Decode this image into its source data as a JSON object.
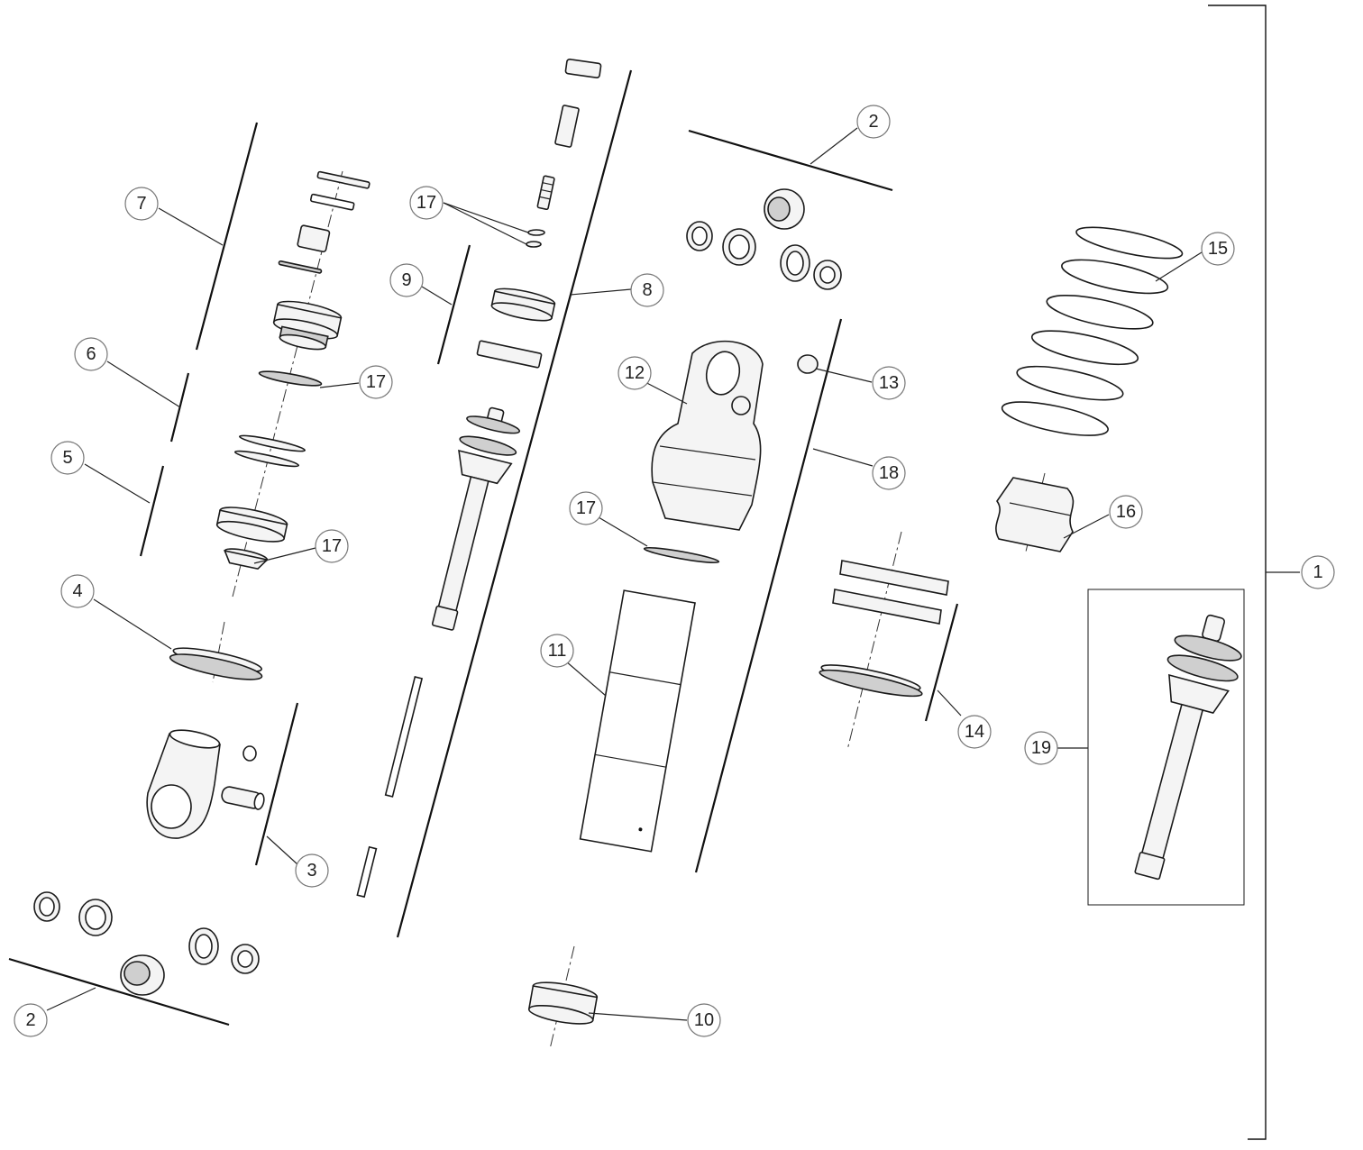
{
  "callouts": [
    {
      "id": "c1",
      "label": "1"
    },
    {
      "id": "c2a",
      "label": "2"
    },
    {
      "id": "c2b",
      "label": "2"
    },
    {
      "id": "c3",
      "label": "3"
    },
    {
      "id": "c4",
      "label": "4"
    },
    {
      "id": "c5",
      "label": "5"
    },
    {
      "id": "c6",
      "label": "6"
    },
    {
      "id": "c7",
      "label": "7"
    },
    {
      "id": "c8",
      "label": "8"
    },
    {
      "id": "c9",
      "label": "9"
    },
    {
      "id": "c10",
      "label": "10"
    },
    {
      "id": "c11",
      "label": "11"
    },
    {
      "id": "c12",
      "label": "12"
    },
    {
      "id": "c13",
      "label": "13"
    },
    {
      "id": "c14",
      "label": "14"
    },
    {
      "id": "c15",
      "label": "15"
    },
    {
      "id": "c16",
      "label": "16"
    },
    {
      "id": "c17a",
      "label": "17"
    },
    {
      "id": "c17b",
      "label": "17"
    },
    {
      "id": "c17c",
      "label": "17"
    },
    {
      "id": "c17d",
      "label": "17"
    },
    {
      "id": "c18",
      "label": "18"
    },
    {
      "id": "c19",
      "label": "19"
    }
  ]
}
